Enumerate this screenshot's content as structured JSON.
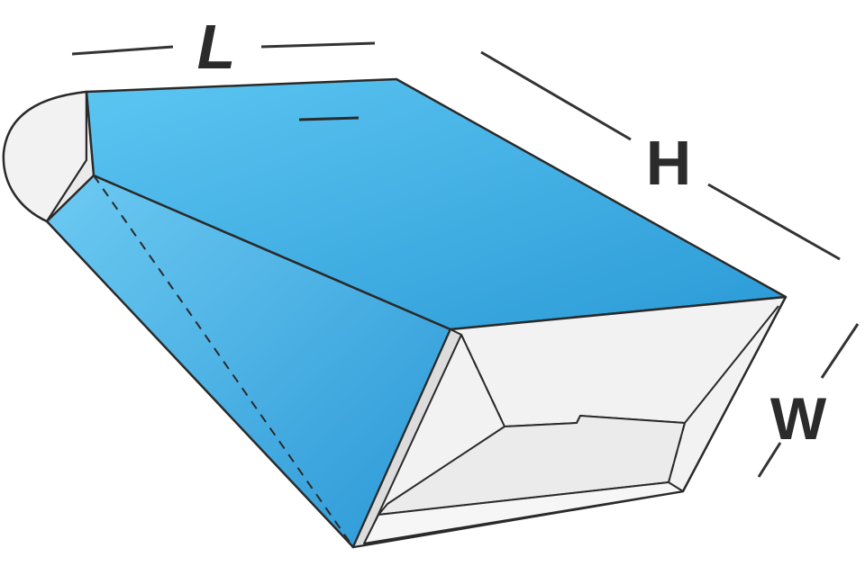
{
  "labels": {
    "length": "L",
    "height": "H",
    "width": "W"
  },
  "colors": {
    "panel_light": "#5ec3ef",
    "panel_dark": "#2b9bd8",
    "top_light": "#4fbced",
    "top_dark": "#2a9cd9",
    "end_panel": "#f1f1f1",
    "end_shadow": "#e2e2e2",
    "outline": "#2a2a2a",
    "dimension_line": "#333333"
  }
}
